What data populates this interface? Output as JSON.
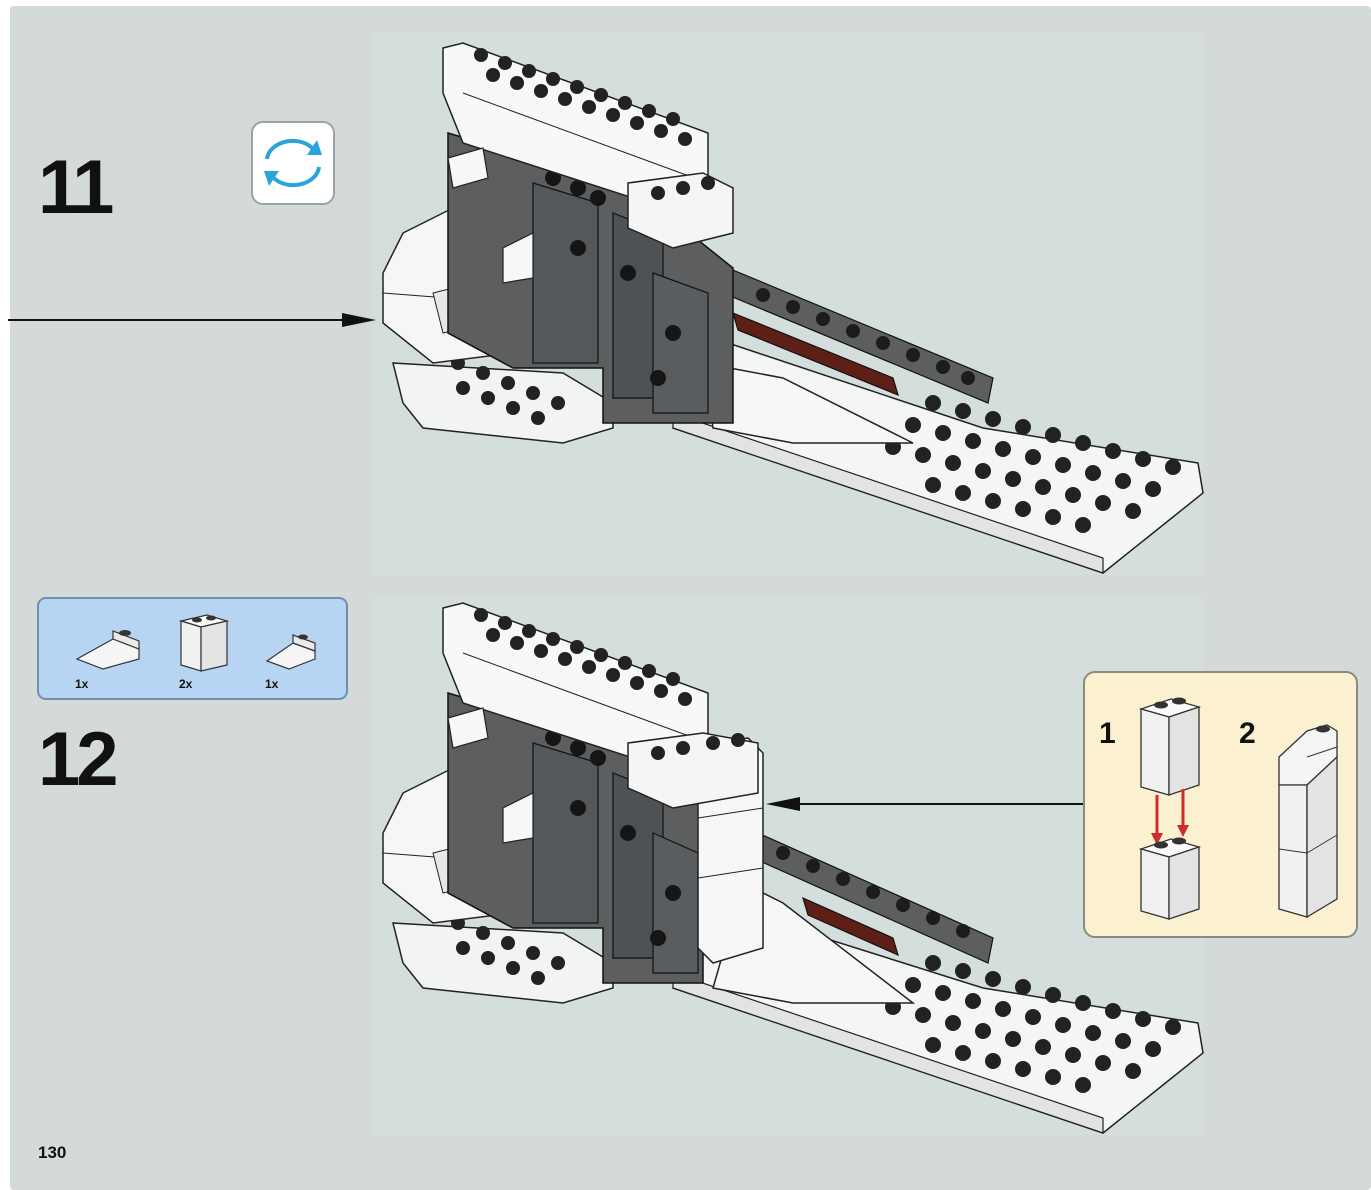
{
  "page": {
    "page_number": "130",
    "background_color": "#d4d9da",
    "panel_color": "#d3dedd"
  },
  "steps": [
    {
      "number": "11",
      "rotate_icon": "rotate-model-icon"
    },
    {
      "number": "12",
      "parts": [
        {
          "name": "slope-brick-icon",
          "qty": "1x"
        },
        {
          "name": "tall-brick-icon",
          "qty": "2x"
        },
        {
          "name": "small-slope-icon",
          "qty": "1x"
        }
      ],
      "callout": {
        "sub_steps": [
          "1",
          "2"
        ]
      }
    }
  ],
  "colors": {
    "parts_box": "#b7d4f2",
    "callout_box": "#fbf0cf",
    "rotate_arrows": "#2aa4dc",
    "assembly_arrows": "#d22b2b",
    "dark_brick": "#5c5e60",
    "red_brown_brick": "#5e1f16"
  }
}
